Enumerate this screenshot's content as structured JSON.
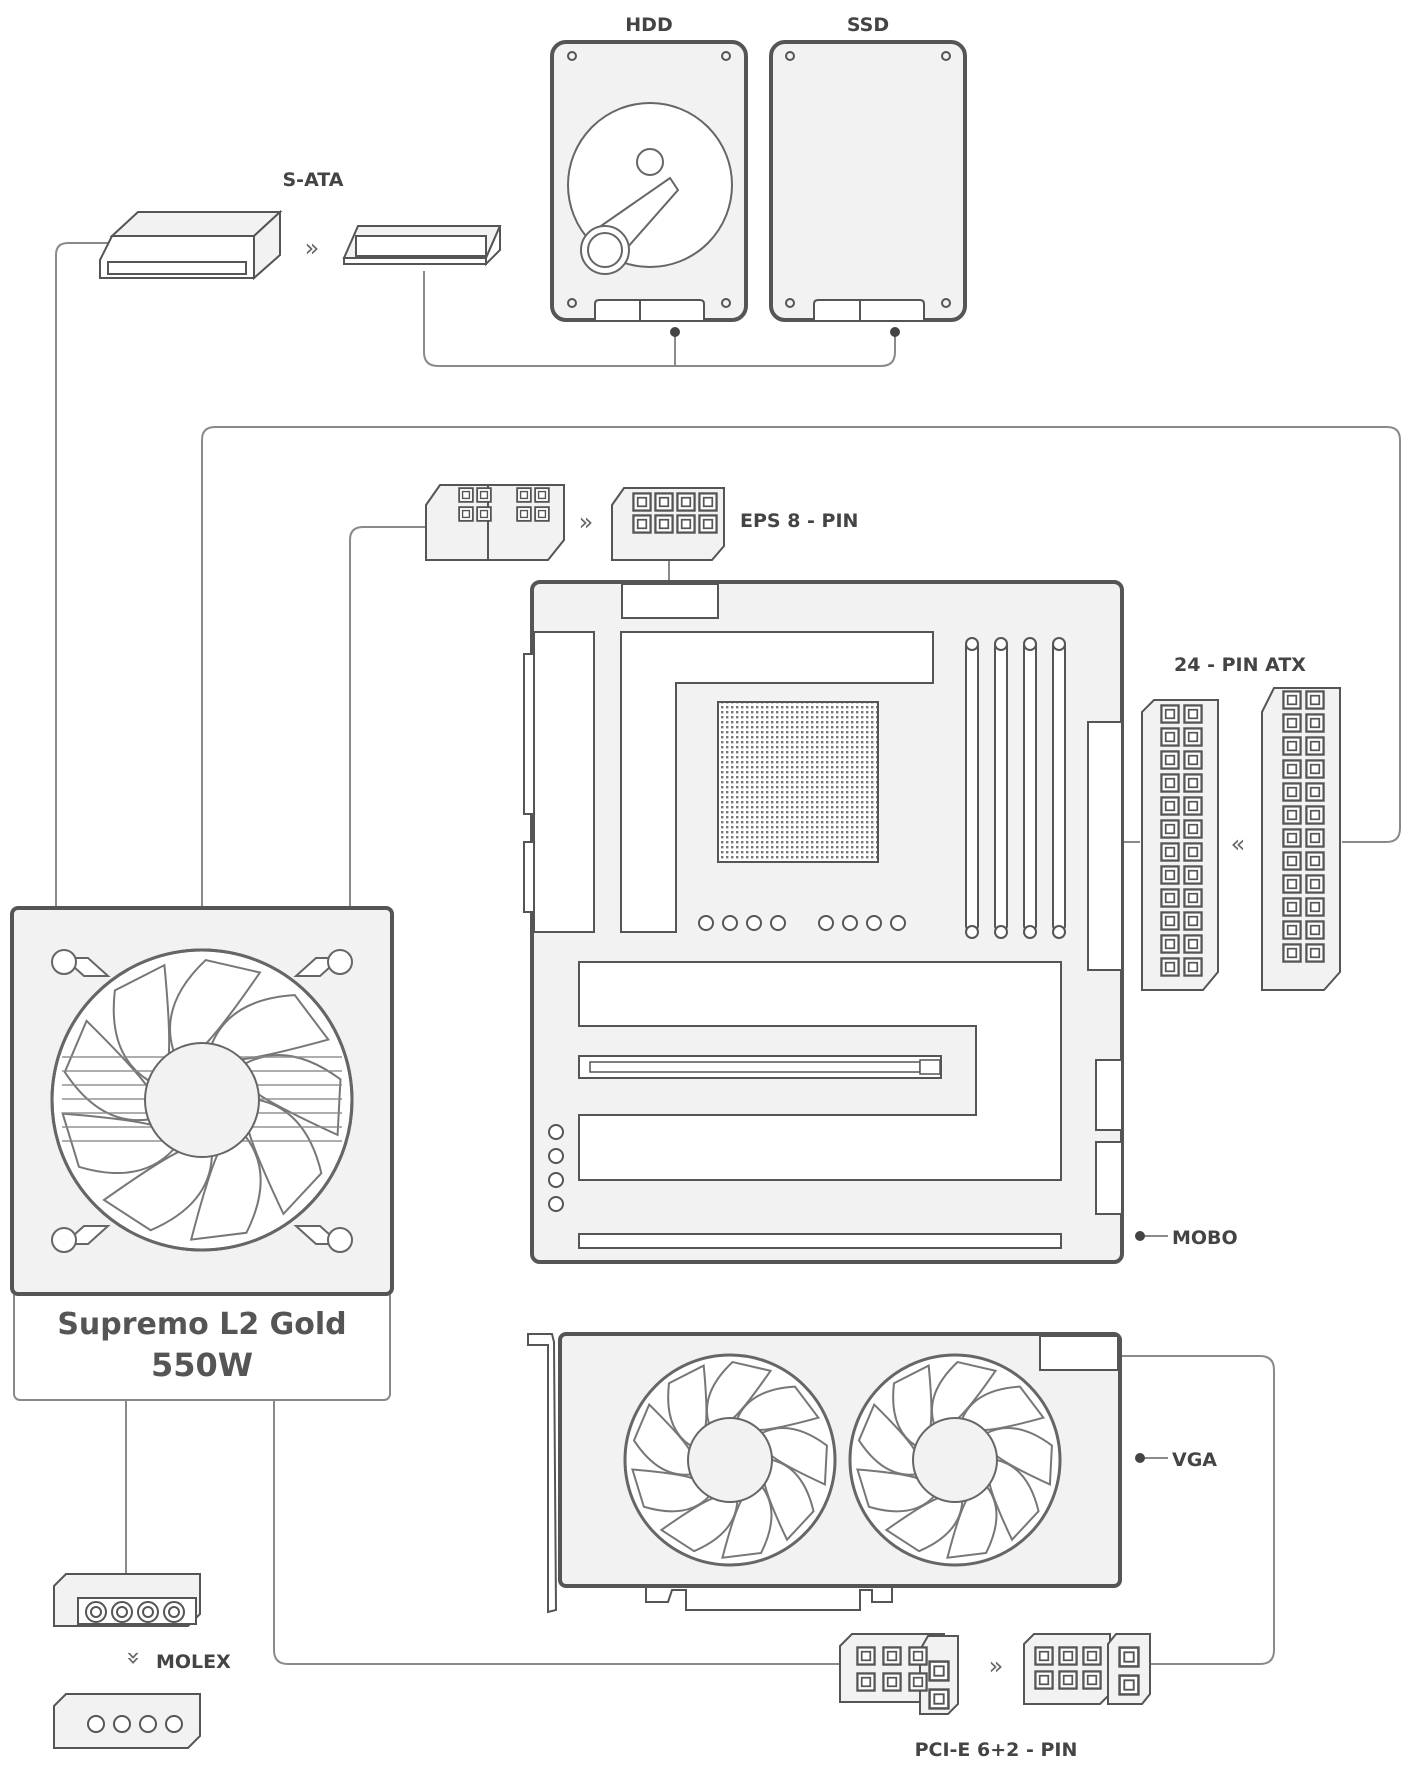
{
  "labels": {
    "hdd": "HDD",
    "ssd": "SSD",
    "sata": "S-ATA",
    "eps": "EPS 8 - PIN",
    "atx": "24 - PIN ATX",
    "mobo": "MOBO",
    "vga": "VGA",
    "molex": "MOLEX",
    "pcie": "PCI-E 6+2 - PIN"
  },
  "psu": {
    "name": "Supremo L2 Gold",
    "wattage": "550W"
  },
  "arrows": {
    "right": "»",
    "left": "«",
    "down": "»"
  },
  "colors": {
    "line": "#5a5a5a",
    "thin": "#8a8a8a",
    "fill": "#f2f2f2",
    "text": "#444444"
  }
}
